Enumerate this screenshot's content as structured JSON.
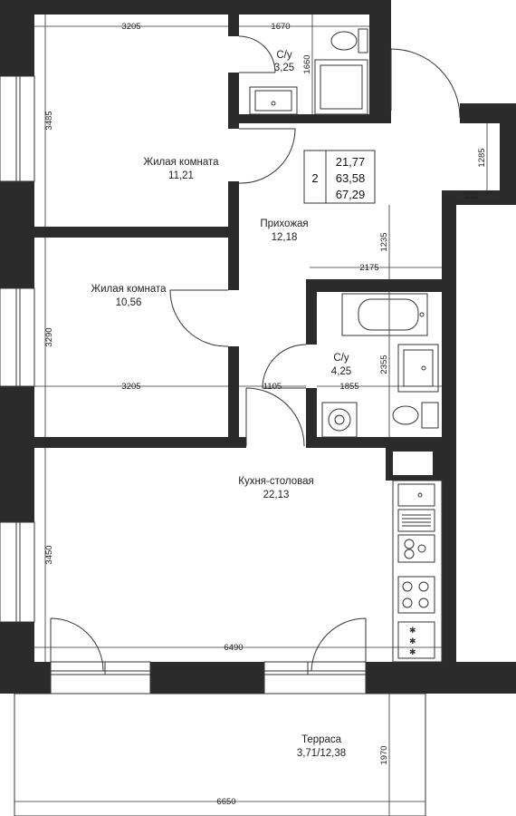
{
  "rooms": {
    "bedroom1": {
      "name": "Жилая комната",
      "area": "11,21"
    },
    "bedroom2": {
      "name": "Жилая комната",
      "area": "10,56"
    },
    "bath1": {
      "name": "С/у",
      "area": "3,25"
    },
    "bath2": {
      "name": "С/у",
      "area": "4,25"
    },
    "hall": {
      "name": "Прихожая",
      "area": "12,18"
    },
    "kitchen": {
      "name": "Кухня-столовая",
      "area": "22,13"
    },
    "terrace": {
      "name": "Терраса",
      "area": "3,71/12,38"
    }
  },
  "summary": {
    "rooms_count": "2",
    "living_area": "21,77",
    "total_area": "63,58",
    "total_with_terrace": "67,29"
  },
  "dimensions": {
    "top_width": "3205",
    "bath1_width": "1670",
    "bath1_height": "1660",
    "bed1_height": "3485",
    "entry_depth": "1285",
    "entry_width": "935",
    "hall_height": "1235",
    "hall_width": "2175",
    "bed2_height": "3290",
    "bed2_width": "3205",
    "door_gap": "1105",
    "bath2_width": "1855",
    "bath2_height": "2355",
    "kitchen_height": "3450",
    "kitchen_width": "6490",
    "terrace_height": "1970",
    "terrace_width": "6650"
  },
  "colors": {
    "wall": "#2b2b2b",
    "line": "#333333",
    "window_fill": "#ffffff"
  }
}
